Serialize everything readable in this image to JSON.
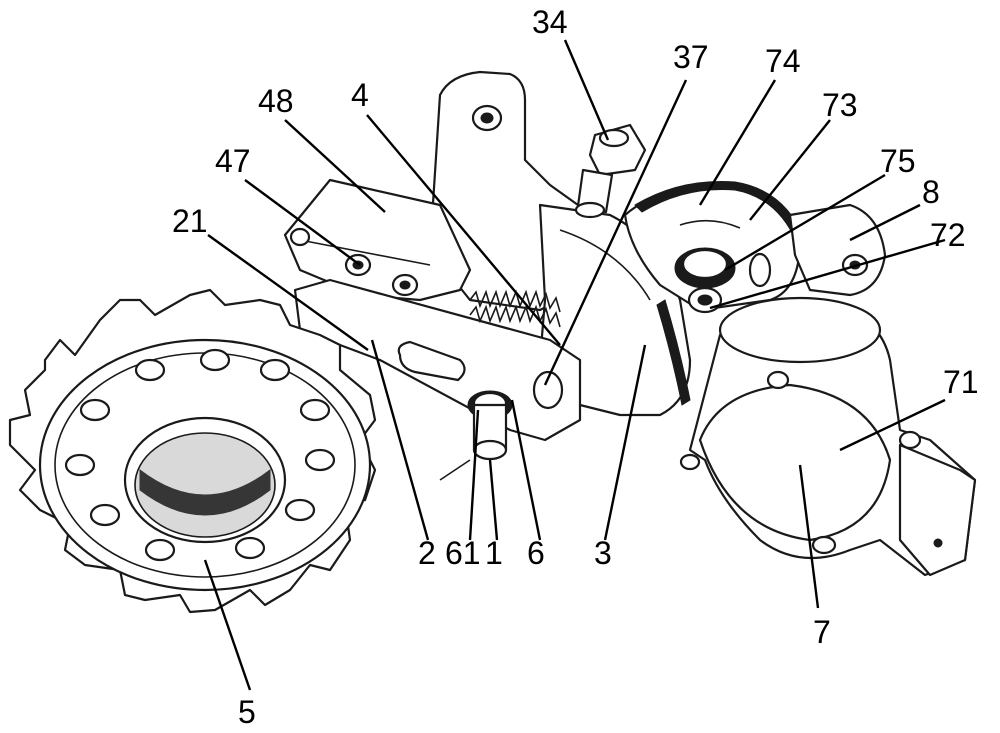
{
  "labels": {
    "l34": "34",
    "l37": "37",
    "l74": "74",
    "l48": "48",
    "l4": "4",
    "l73": "73",
    "l47": "47",
    "l75": "75",
    "l8": "8",
    "l21": "21",
    "l72": "72",
    "l71": "71",
    "l2": "2",
    "l61": "61",
    "l1": "1",
    "l6": "6",
    "l3": "3",
    "l5": "5",
    "l7": "7"
  }
}
